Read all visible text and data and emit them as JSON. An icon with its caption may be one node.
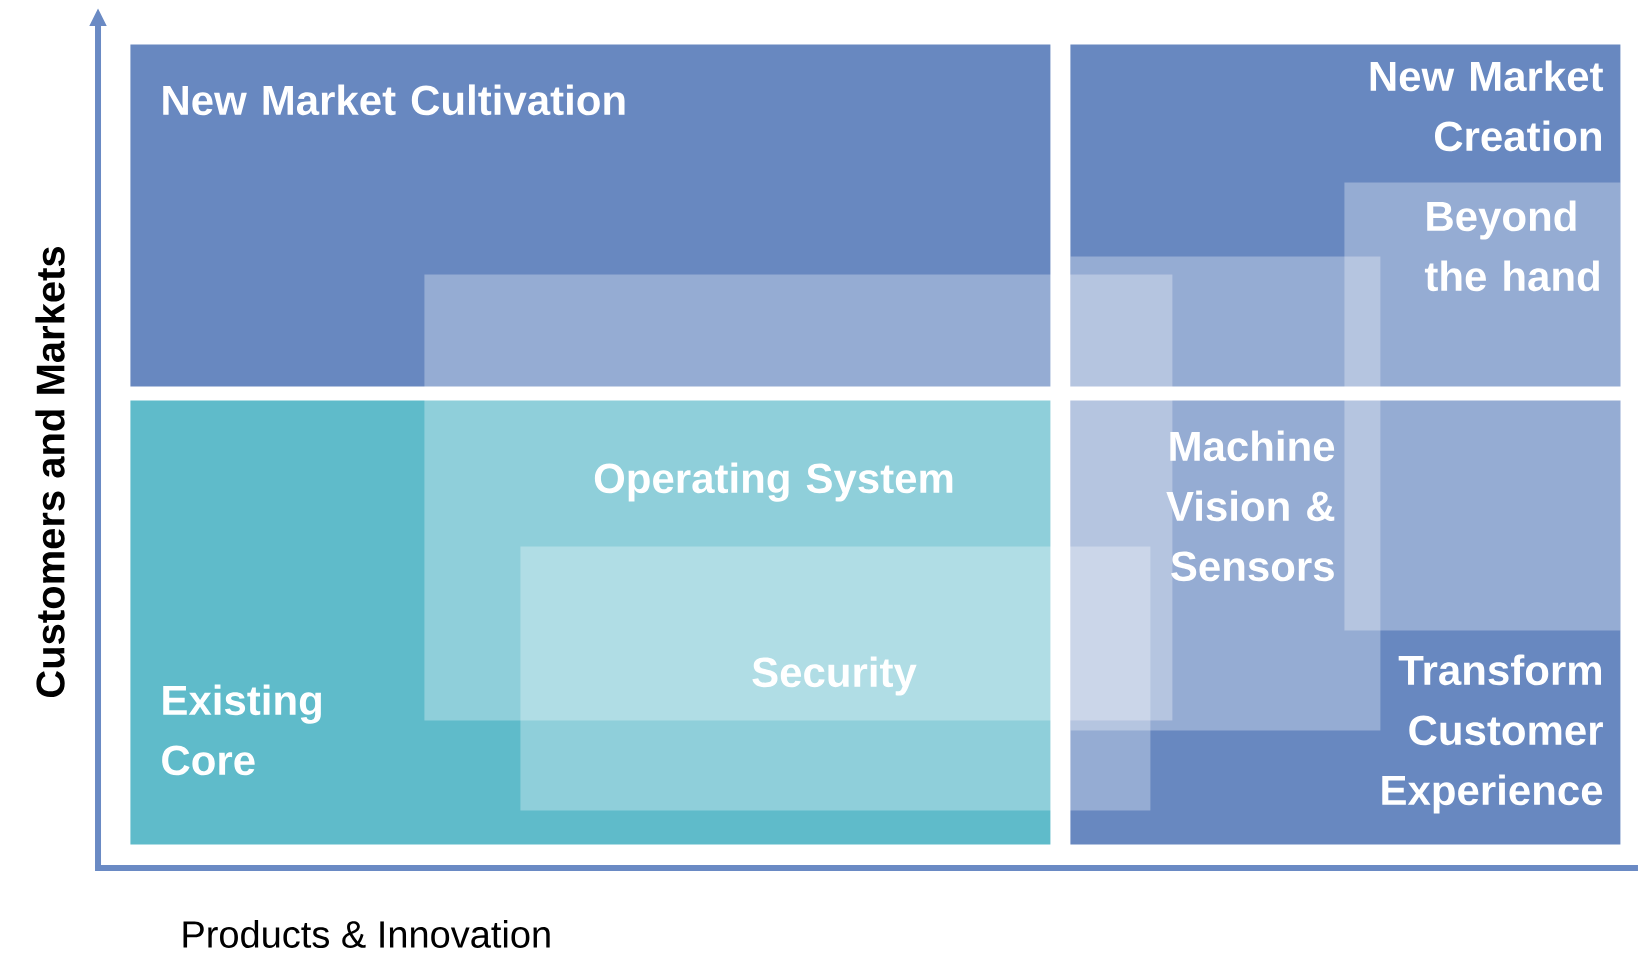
{
  "diagram": {
    "nodes": [
      {
        "text": [
          "New Market Cultivation"
        ]
      },
      {
        "text": [
          "New Market Creation"
        ]
      },
      {
        "text": [
          "Beyond the hand"
        ]
      },
      {
        "text": [
          "Operating System"
        ]
      },
      {
        "text": [
          "Machine Vision & Sensors"
        ]
      },
      {
        "text": [
          "Existing Core"
        ]
      },
      {
        "text": [
          "Security"
        ]
      },
      {
        "text": [
          "Transform Customer Experience"
        ]
      }
    ],
    "labels": [
      "Customers and Markets",
      "Products & Innovation"
    ]
  }
}
